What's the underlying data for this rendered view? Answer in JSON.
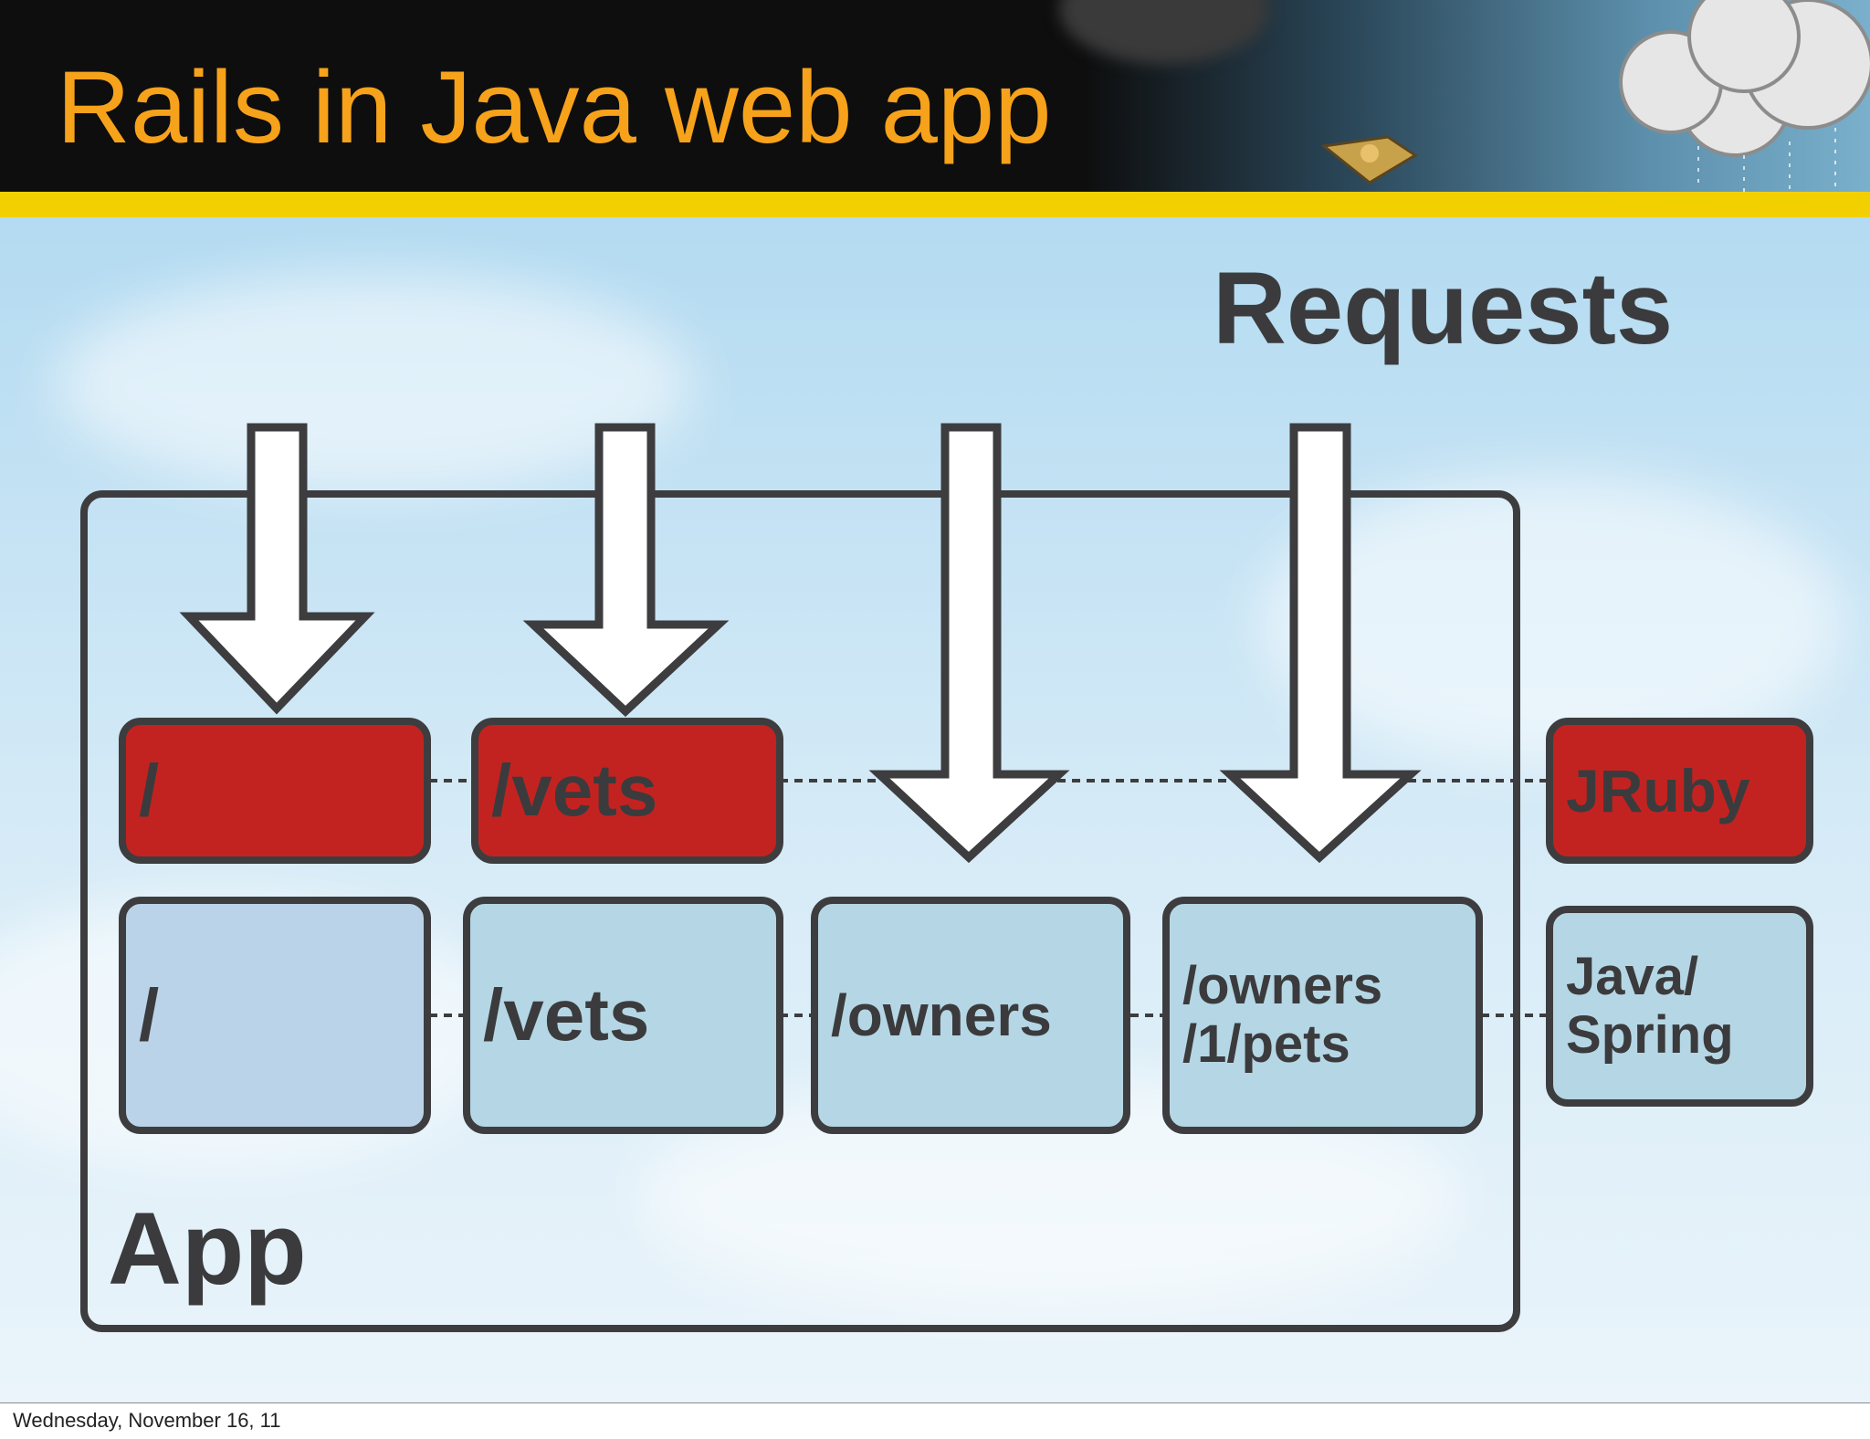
{
  "slide": {
    "title": "Rails in Java web app",
    "requests_label": "Requests",
    "app_label": "App"
  },
  "jruby_row": {
    "label": "JRuby",
    "routes": [
      "/",
      "/vets"
    ]
  },
  "java_row": {
    "label": "Java/\nSpring",
    "routes": [
      "/",
      "/vets",
      "/owners",
      "/owners\n/1/pets"
    ]
  },
  "footer": {
    "date": "Wednesday, November 16, 11"
  },
  "colors": {
    "title": "#f7a21b",
    "header_stripe": "#f2d000",
    "jruby_box": "#c32320",
    "java_box": "#b5d7e5",
    "outline": "#3d3d3f"
  }
}
